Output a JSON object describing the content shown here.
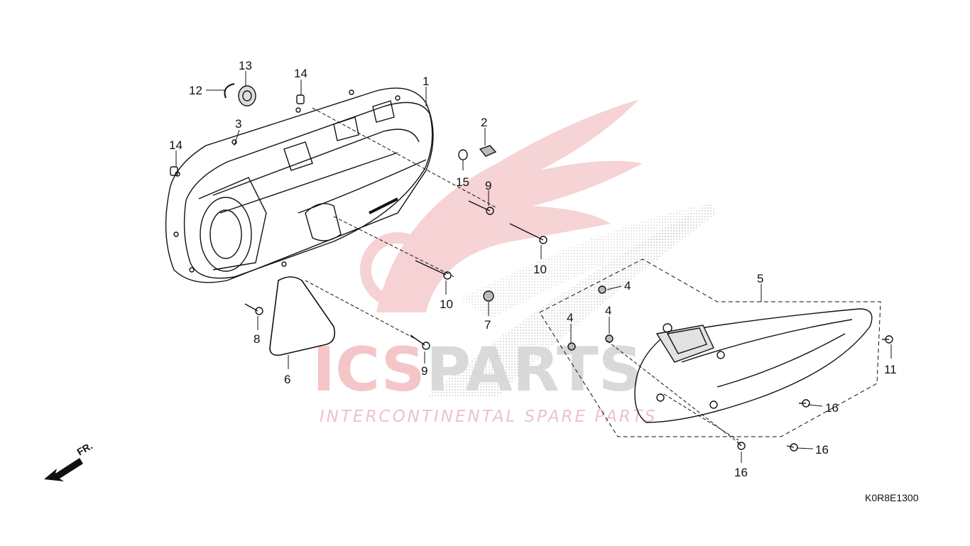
{
  "callouts": [
    "1",
    "2",
    "3",
    "4",
    "5",
    "6",
    "7",
    "8",
    "9",
    "10",
    "11",
    "12",
    "13",
    "14",
    "15",
    "16"
  ],
  "diagram_code": "K0R8E1300",
  "direction_label": "FR.",
  "watermark": {
    "brand_a": "ICS",
    "brand_b": "PARTS",
    "tagline": "INTERCONTINENTAL SPARE PARTS",
    "color_red": "#e0232b",
    "color_grey": "#c8c8c8"
  }
}
